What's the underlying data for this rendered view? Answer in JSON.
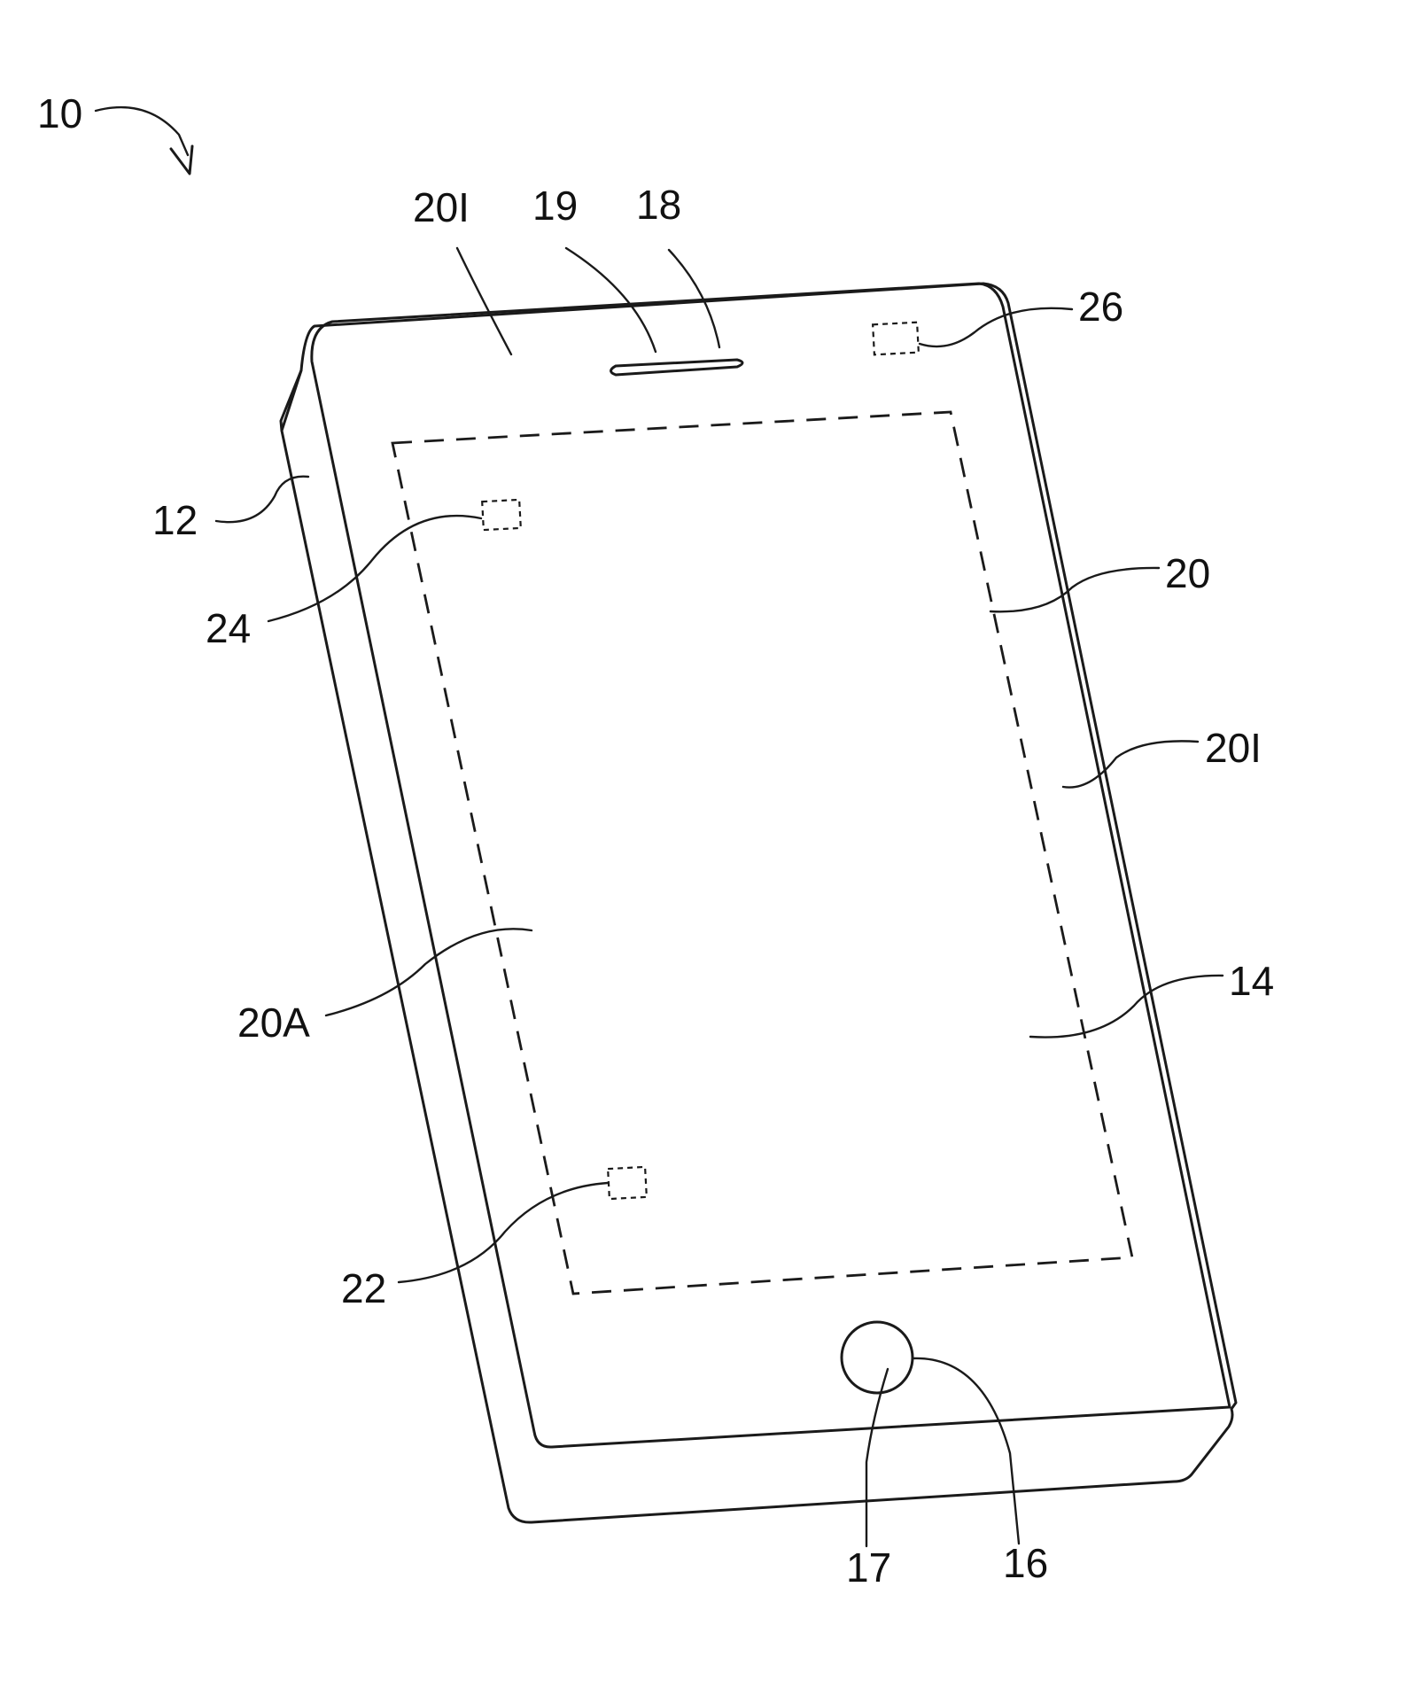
{
  "figure": {
    "labels": {
      "device": "10",
      "housing": "12",
      "inactive_area": "14",
      "button": "16",
      "button_surface": "17",
      "speaker_port": "18",
      "speaker_opening": "19",
      "display": "20",
      "display_active_area": "20A",
      "inactive_top": "20I",
      "inactive_right": "20I",
      "component_lower": "22",
      "component_upper": "24",
      "component_top_right": "26"
    }
  }
}
